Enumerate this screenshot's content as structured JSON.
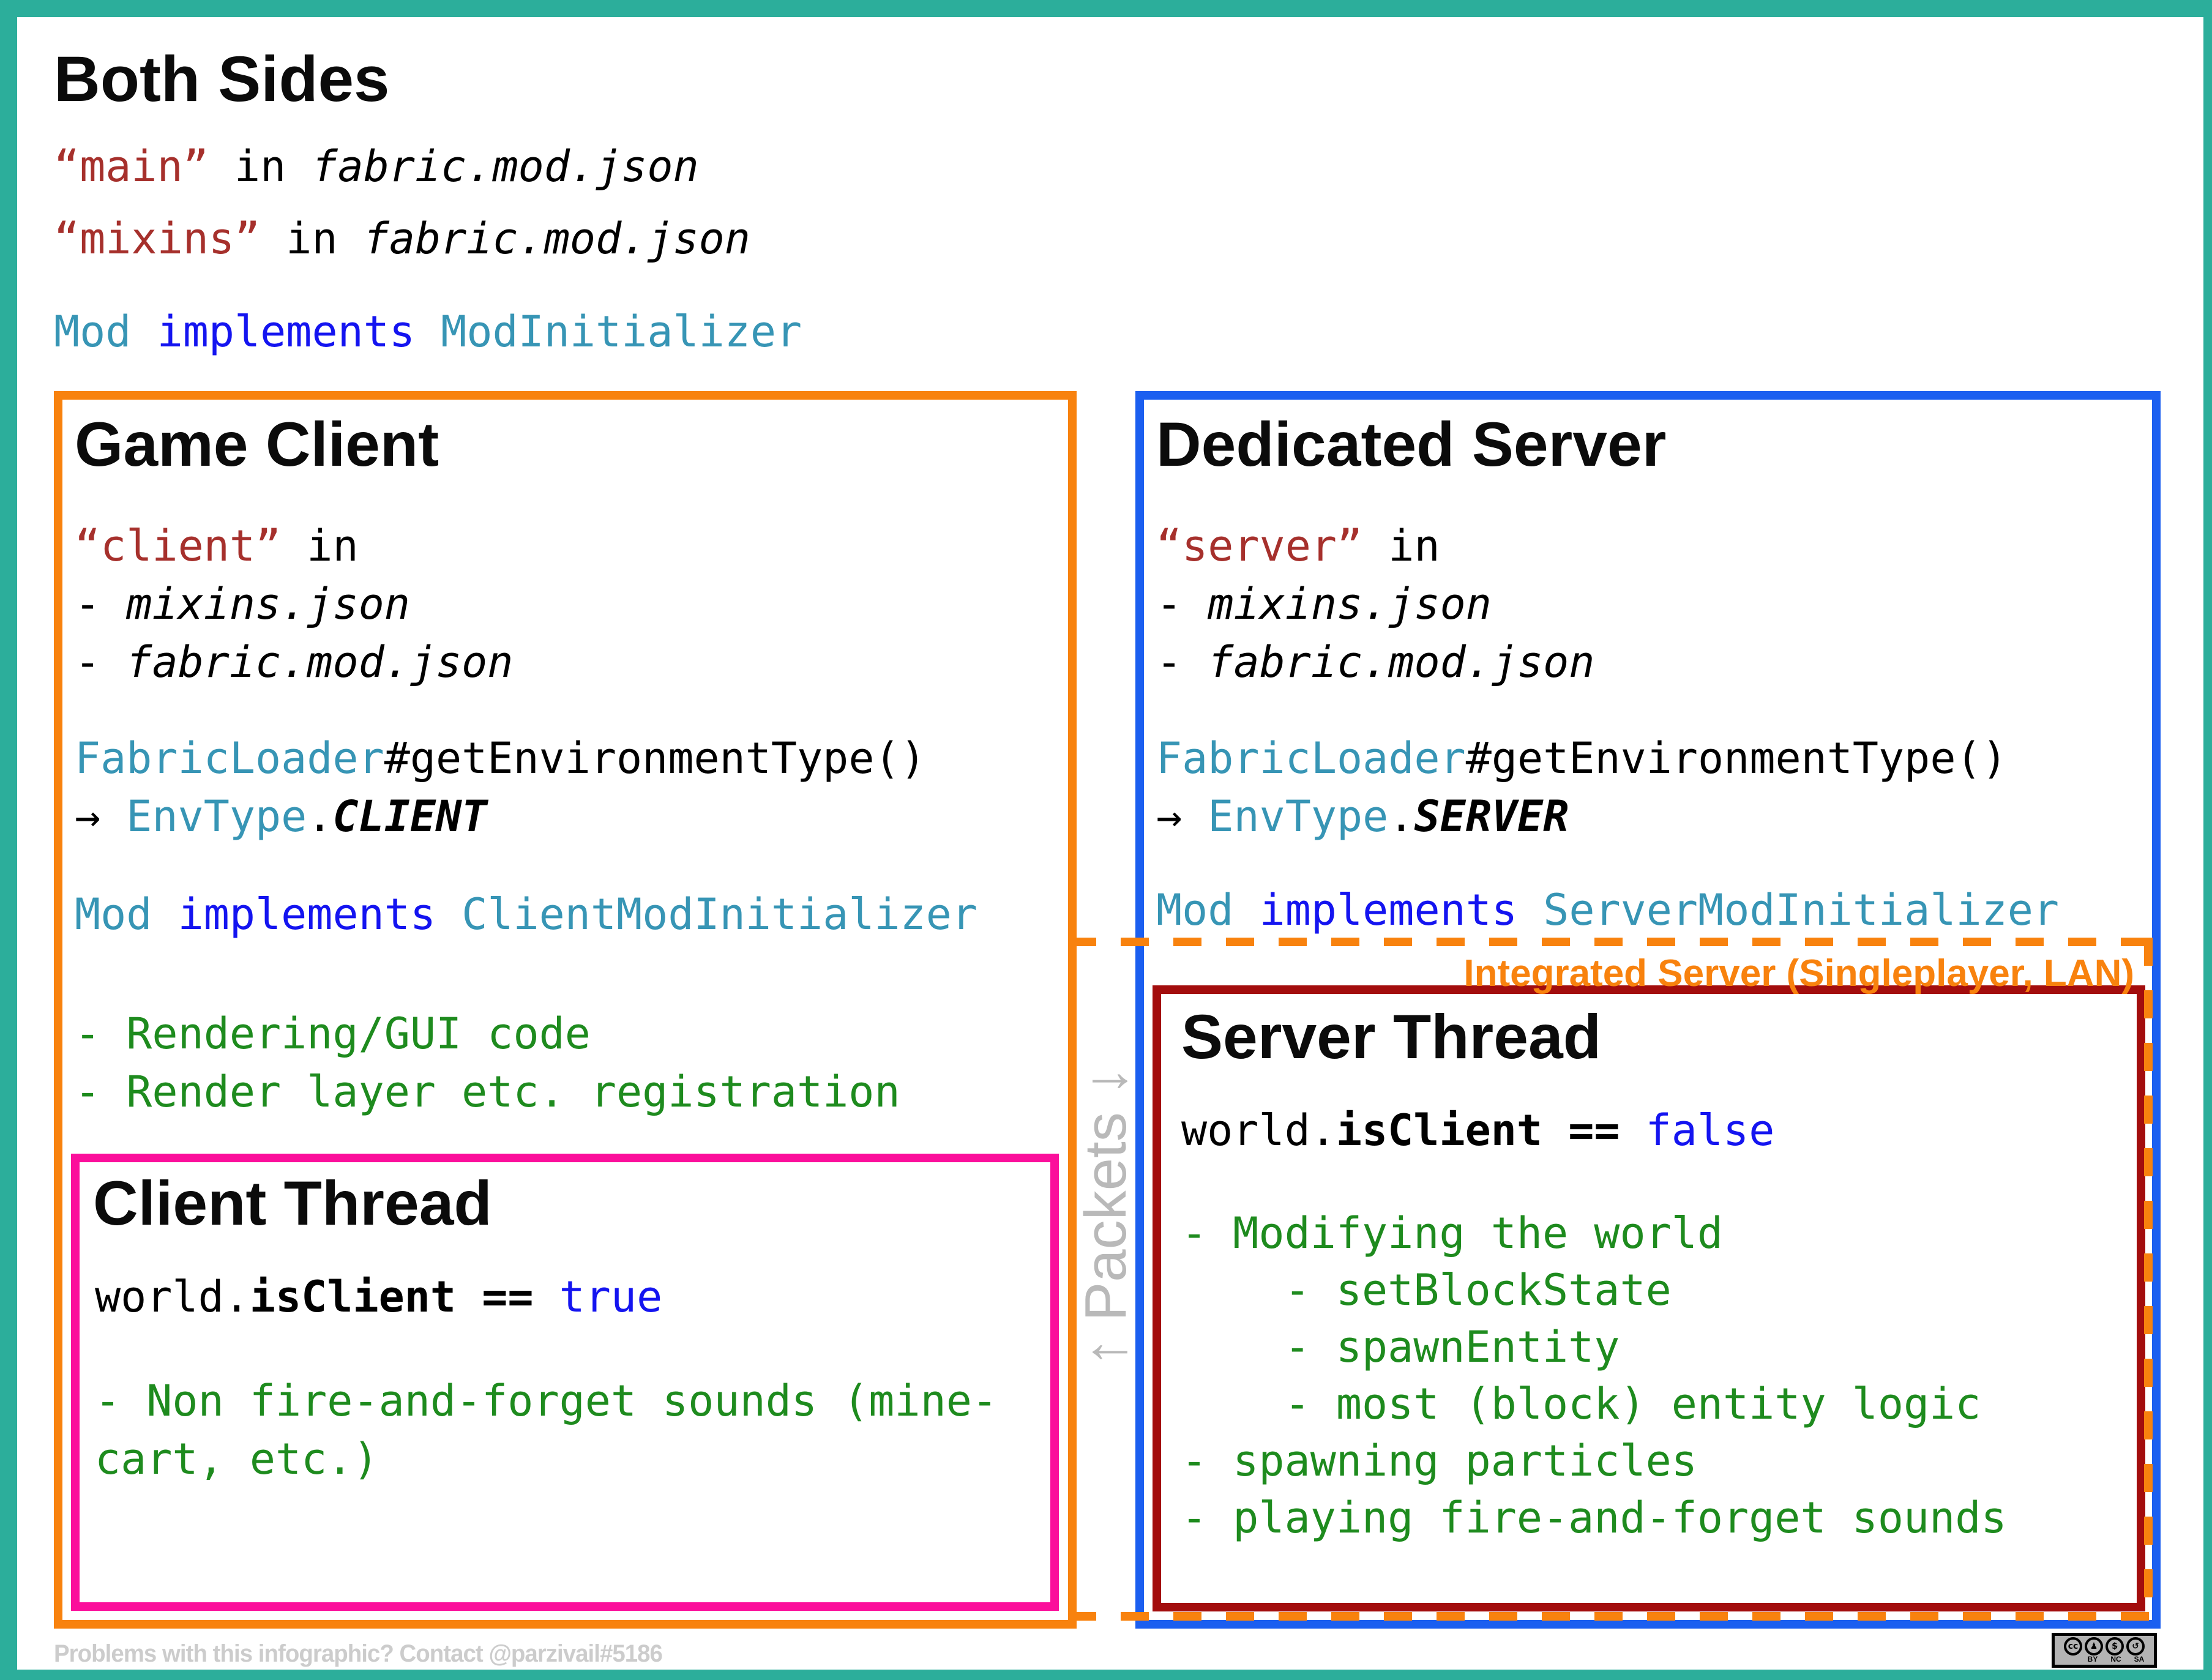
{
  "colors": {
    "frame": "#2cae9b",
    "orange": "#f8820e",
    "blue": "#1b5ff0",
    "magenta": "#fb0f9b",
    "darkred": "#a30d0d",
    "codeteal": "#3795b5",
    "codeblue": "#1414f0",
    "codered": "#a6302c",
    "green": "#1e8b1e",
    "graypackets": "#b9b9b9",
    "grayfooter": "#cccccc",
    "ink": "#0b0b0b"
  },
  "header": {
    "title": "Both Sides"
  },
  "intro": {
    "lines": [
      [
        {
          "t": "“main”",
          "s": "str"
        },
        {
          "t": " in ",
          "s": "plain"
        },
        {
          "t": "fabric.mod.json",
          "s": "it"
        }
      ],
      [
        {
          "t": "“mixins”",
          "s": "str"
        },
        {
          "t": " in ",
          "s": "plain"
        },
        {
          "t": "fabric.mod.json",
          "s": "it"
        }
      ]
    ],
    "impl": [
      {
        "t": "Mod",
        "s": "type"
      },
      {
        "t": " ",
        "s": "plain"
      },
      {
        "t": "implements",
        "s": "kw"
      },
      {
        "t": " ",
        "s": "plain"
      },
      {
        "t": "ModInitializer",
        "s": "type"
      }
    ]
  },
  "game_client": {
    "title": "Game Client",
    "rows": [
      [
        {
          "t": "“client”",
          "s": "str"
        },
        {
          "t": " in",
          "s": "plain"
        }
      ],
      [
        {
          "t": "- ",
          "s": "plain"
        },
        {
          "t": "mixins.json",
          "s": "it"
        }
      ],
      [
        {
          "t": "- ",
          "s": "plain"
        },
        {
          "t": "fabric.mod.json",
          "s": "it"
        }
      ],
      [
        {
          "t": "FabricLoader",
          "s": "type"
        },
        {
          "t": "#getEnvironmentType()",
          "s": "plain"
        }
      ],
      [
        {
          "t": "→ ",
          "s": "plain"
        },
        {
          "t": "EnvType",
          "s": "type"
        },
        {
          "t": ".",
          "s": "plain"
        },
        {
          "t": "CLIENT",
          "s": "boldit"
        }
      ],
      [
        {
          "t": "Mod",
          "s": "type"
        },
        {
          "t": " ",
          "s": "plain"
        },
        {
          "t": "implements",
          "s": "kw"
        },
        {
          "t": " ",
          "s": "plain"
        },
        {
          "t": "ClientModInitializer",
          "s": "type"
        }
      ],
      [
        {
          "t": "- Rendering/GUI code",
          "s": "green"
        }
      ],
      [
        {
          "t": "- Render layer etc. registration",
          "s": "green"
        }
      ]
    ]
  },
  "client_thread": {
    "title": "Client Thread",
    "world": [
      {
        "t": "world",
        "s": "plain"
      },
      {
        "t": ".",
        "s": "plain"
      },
      {
        "t": "isClient",
        "s": "bold"
      },
      {
        "t": " ",
        "s": "plain"
      },
      {
        "t": "==",
        "s": "bold"
      },
      {
        "t": " ",
        "s": "plain"
      },
      {
        "t": "true",
        "s": "kw"
      }
    ],
    "notes": [
      "- Non fire-and-forget sounds (mine-",
      "cart, etc.)"
    ]
  },
  "dedicated_server": {
    "title": "Dedicated Server",
    "rows": [
      [
        {
          "t": "“server”",
          "s": "str"
        },
        {
          "t": " in",
          "s": "plain"
        }
      ],
      [
        {
          "t": "- ",
          "s": "plain"
        },
        {
          "t": "mixins.json",
          "s": "it"
        }
      ],
      [
        {
          "t": "- ",
          "s": "plain"
        },
        {
          "t": "fabric.mod.json",
          "s": "it"
        }
      ],
      [
        {
          "t": "FabricLoader",
          "s": "type"
        },
        {
          "t": "#getEnvironmentType()",
          "s": "plain"
        }
      ],
      [
        {
          "t": "→ ",
          "s": "plain"
        },
        {
          "t": "EnvType",
          "s": "type"
        },
        {
          "t": ".",
          "s": "plain"
        },
        {
          "t": "SERVER",
          "s": "boldit"
        }
      ],
      [
        {
          "t": "Mod",
          "s": "type"
        },
        {
          "t": " ",
          "s": "plain"
        },
        {
          "t": "implements",
          "s": "kw"
        },
        {
          "t": " ",
          "s": "plain"
        },
        {
          "t": "ServerModInitializer",
          "s": "type"
        }
      ]
    ]
  },
  "integrated_server": {
    "label": "Integrated Server (Singleplayer, LAN)"
  },
  "server_thread": {
    "title": "Server Thread",
    "world": [
      {
        "t": "world",
        "s": "plain"
      },
      {
        "t": ".",
        "s": "plain"
      },
      {
        "t": "isClient",
        "s": "bold"
      },
      {
        "t": " ",
        "s": "plain"
      },
      {
        "t": "==",
        "s": "bold"
      },
      {
        "t": " ",
        "s": "plain"
      },
      {
        "t": "false",
        "s": "kw"
      }
    ],
    "notes": [
      "- Modifying the world",
      "    - setBlockState",
      "    - spawnEntity",
      "    - most (block) entity logic",
      "- spawning particles",
      "- playing fire-and-forget sounds"
    ]
  },
  "packets": {
    "label": "↑ Packets ↓"
  },
  "footer": {
    "note": "Problems with this infographic? Contact @parzivail#5186"
  },
  "license": {
    "circles": [
      {
        "glyph": "cc",
        "name": "cc-logo-icon"
      },
      {
        "glyph": "♟",
        "name": "by-person-icon"
      },
      {
        "glyph": "$",
        "name": "nc-dollar-icon",
        "strike": true
      },
      {
        "glyph": "↺",
        "name": "sa-arrow-icon"
      }
    ],
    "labels": [
      "BY",
      "NC",
      "SA"
    ]
  }
}
